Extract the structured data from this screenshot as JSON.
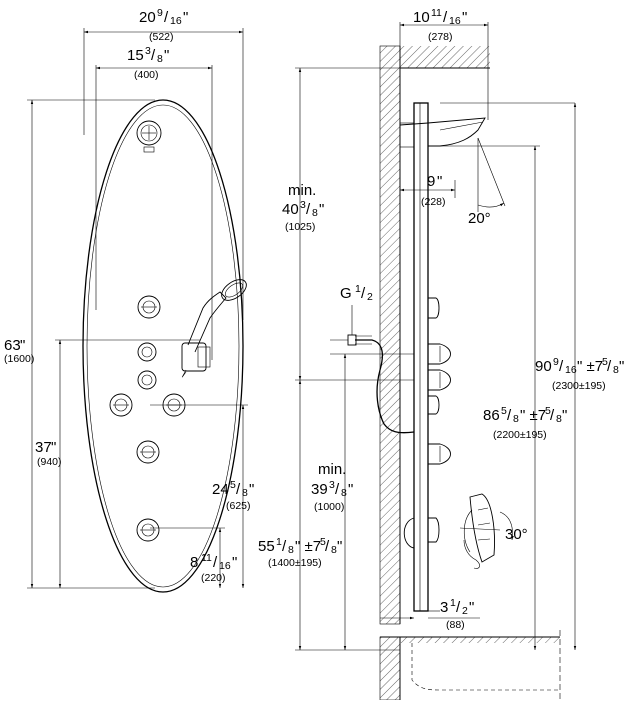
{
  "front_view": {
    "overall_width": {
      "whole": "20",
      "num": "9",
      "den": "16",
      "unit": "\"",
      "metric": "(522)"
    },
    "jet_spacing": {
      "whole": "15",
      "num": "3",
      "den": "8",
      "unit": "\"",
      "metric": "(400)"
    },
    "overall_height": {
      "whole": "63",
      "unit": "\"",
      "metric": "(1600)"
    },
    "holder_height": {
      "whole": "37",
      "unit": "\"",
      "metric": "(940)"
    },
    "jet_height": {
      "whole": "24",
      "num": "5",
      "den": "8",
      "unit": "\"",
      "metric": "(625)"
    },
    "lower_jet_height": {
      "whole": "8",
      "num": "11",
      "den": "16",
      "unit": "\"",
      "metric": "(220)"
    }
  },
  "side_view": {
    "head_depth": {
      "whole": "10",
      "num": "11",
      "den": "16",
      "unit": "\"",
      "metric": "(278)"
    },
    "arm_depth": {
      "whole": "9",
      "unit": "\"",
      "metric": "(228)"
    },
    "head_angle": "20°",
    "min_ceiling": {
      "prefix": "min.",
      "whole": "40",
      "num": "3",
      "den": "8",
      "unit": "\"",
      "metric": "(1025)"
    },
    "connection": {
      "prefix": "G",
      "num": "1",
      "den": "2"
    },
    "total_height": {
      "whole": "90",
      "num": "9",
      "den": "16",
      "tol": "\" ±7",
      "tol_num": "5",
      "tol_den": "8",
      "tol_unit": "\"",
      "metric": "(2300±195)"
    },
    "panel_height": {
      "whole": "86",
      "num": "5",
      "den": "8",
      "tol": "\" ±7",
      "tol_num": "5",
      "tol_den": "8",
      "tol_unit": "\"",
      "metric": "(2200±195)"
    },
    "min_floor": {
      "prefix": "min.",
      "whole": "39",
      "num": "3",
      "den": "8",
      "unit": "\"",
      "metric": "(1000)"
    },
    "install_height": {
      "whole": "55",
      "num": "1",
      "den": "8",
      "tol": "\" ±7",
      "tol_num": "5",
      "tol_den": "8",
      "tol_unit": "\"",
      "metric": "(1400±195)"
    },
    "jet_angle": "30°",
    "wall_offset": {
      "whole": "3",
      "num": "1",
      "den": "2",
      "unit": "\"",
      "metric": "(88)"
    }
  }
}
